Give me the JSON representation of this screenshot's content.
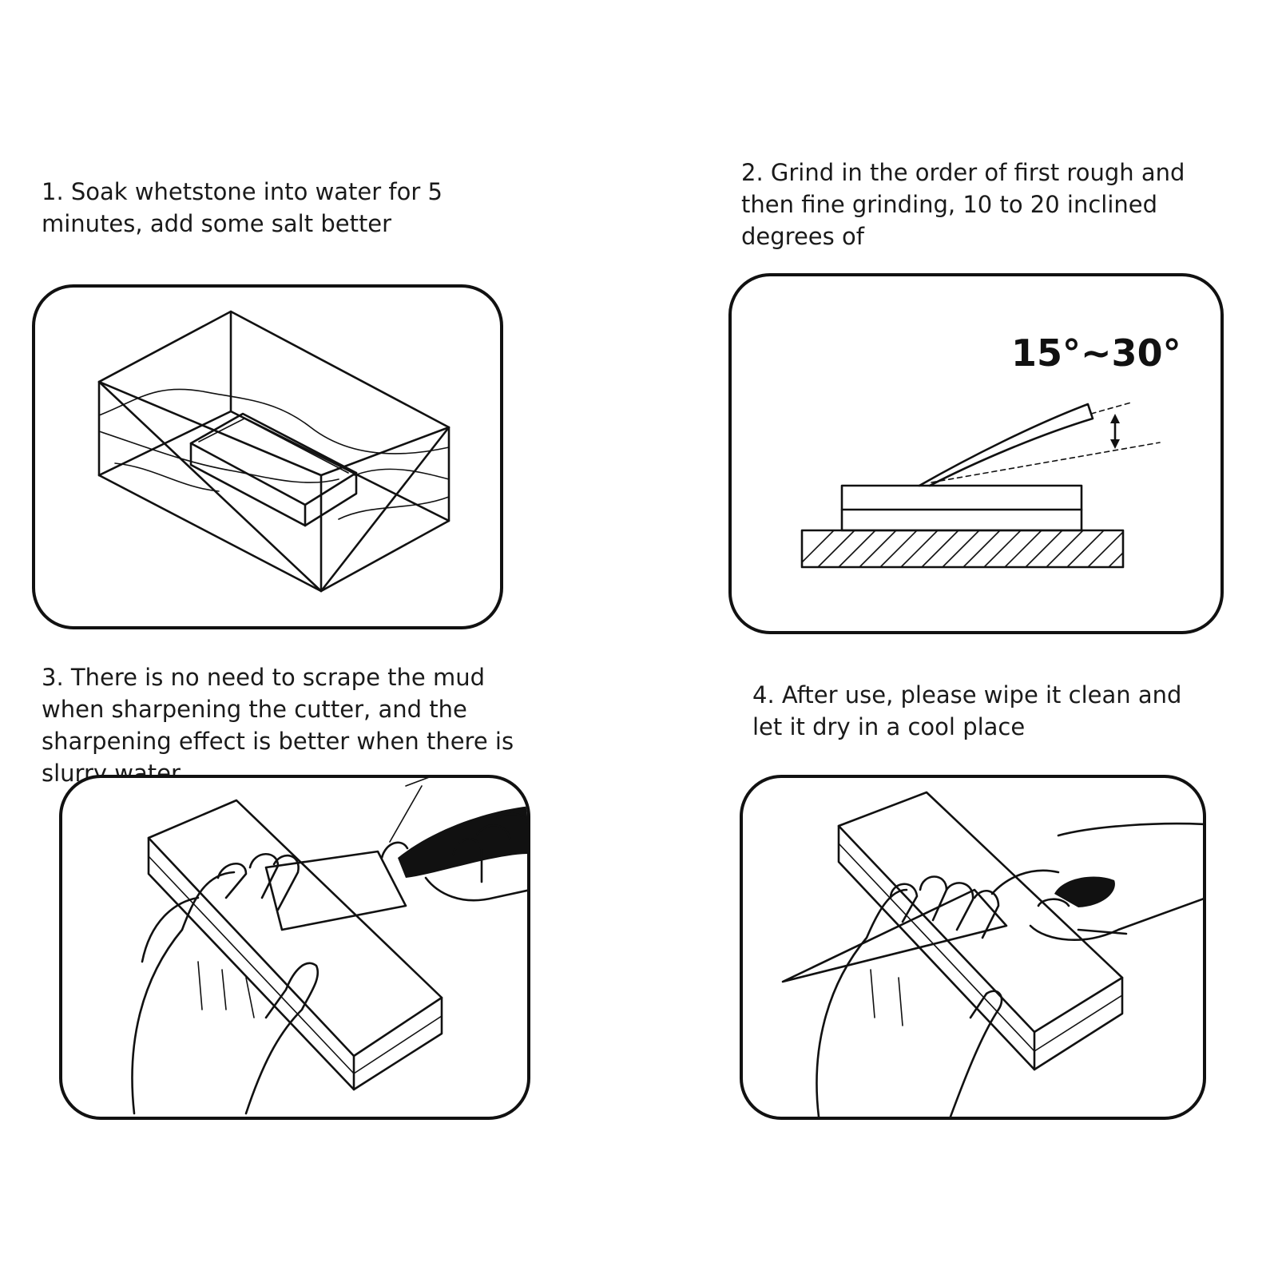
{
  "steps": [
    {
      "number": "1",
      "text": "1. Soak whetstone into water for 5 minutes, add some salt better",
      "icon": "whetstone-soaking-in-water"
    },
    {
      "number": "2",
      "text": "2. Grind in the order of first rough and then fine grinding, 10 to 20 inclined degrees of",
      "icon": "knife-angle-on-stone",
      "angle_label": "15°~30°"
    },
    {
      "number": "3",
      "text": "3. There is no need to scrape the mud when sharpening the cutter, and the sharpening effect is better when there is slurry water",
      "icon": "hands-sharpening-knife"
    },
    {
      "number": "4",
      "text": "4. After use, please wipe it clean and let it dry in a cool place",
      "icon": "hands-wiping-knife"
    }
  ]
}
